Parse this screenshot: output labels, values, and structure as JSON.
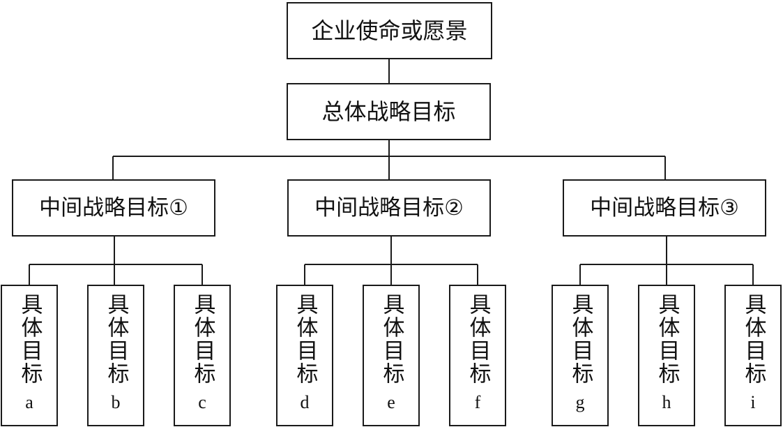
{
  "diagram": {
    "mission": "企业使命或愿景",
    "overall_goal": "总体战略目标",
    "intermediate_goals": [
      "中间战略目标①",
      "中间战略目标②",
      "中间战略目标③"
    ],
    "specific_goal_label": "具体目标",
    "specific_goals": [
      "a",
      "b",
      "c",
      "d",
      "e",
      "f",
      "g",
      "h",
      "i"
    ]
  }
}
